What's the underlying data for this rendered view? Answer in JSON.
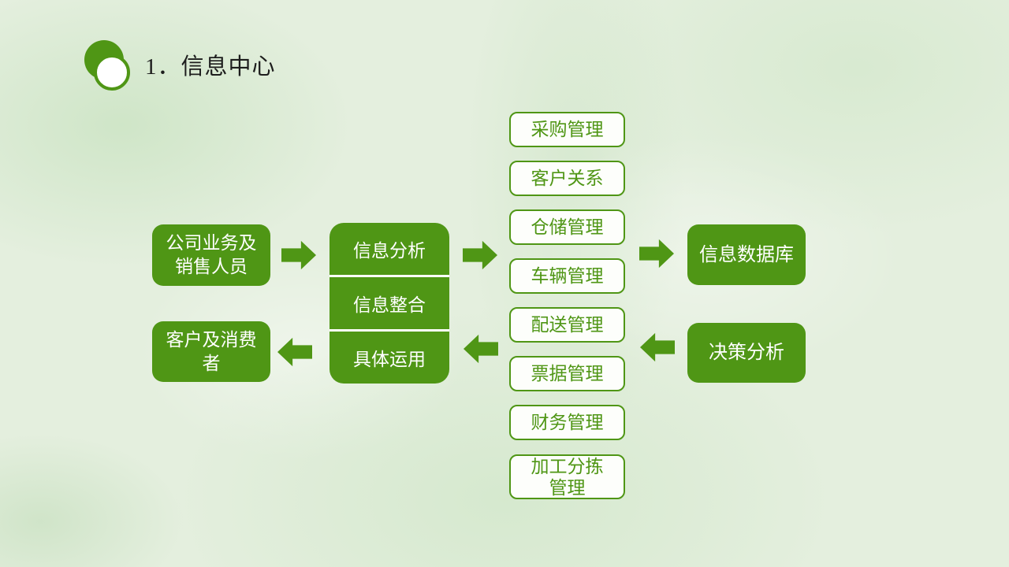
{
  "palette": {
    "green": "#4f9615",
    "background": "#e4efde",
    "module_box_bg": "#fdfefb",
    "box_text": "#ffffff",
    "title_color": "#1d1d1d"
  },
  "slide": {
    "title": "1．信息中心",
    "decor_icon": "double-circle-icon"
  },
  "flow": {
    "left_boxes": [
      {
        "label": "公司业务及\n销售人员"
      },
      {
        "label": "客户及消费\n者"
      }
    ],
    "process_box": {
      "sections": [
        {
          "label": "信息分析"
        },
        {
          "label": "信息整合"
        },
        {
          "label": "具体运用"
        }
      ]
    },
    "module_boxes": [
      {
        "label": "采购管理"
      },
      {
        "label": "客户关系"
      },
      {
        "label": "仓储管理"
      },
      {
        "label": "车辆管理"
      },
      {
        "label": "配送管理"
      },
      {
        "label": "票据管理"
      },
      {
        "label": "财务管理"
      },
      {
        "label": "加工分拣\n管理"
      }
    ],
    "right_boxes": [
      {
        "label": "信息数据库"
      },
      {
        "label": "决策分析"
      }
    ],
    "arrows": [
      {
        "id": "company-to-process",
        "direction": "right"
      },
      {
        "id": "process-to-customers",
        "direction": "left"
      },
      {
        "id": "process-to-modules",
        "direction": "right"
      },
      {
        "id": "modules-to-process",
        "direction": "left"
      },
      {
        "id": "modules-to-database",
        "direction": "right"
      },
      {
        "id": "decision-to-modules",
        "direction": "left"
      }
    ]
  }
}
